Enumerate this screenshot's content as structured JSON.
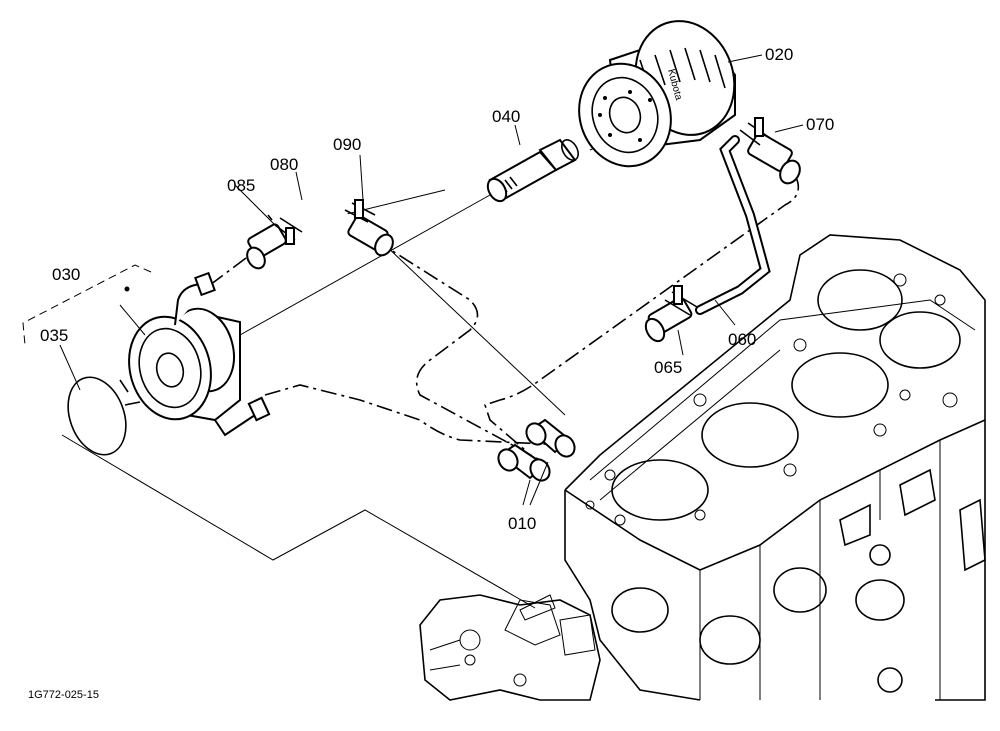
{
  "labels": {
    "p010": "010",
    "p020": "020",
    "p030": "030",
    "p035": "035",
    "p040": "040",
    "p060": "060",
    "p065": "065",
    "p070": "070",
    "p080": "080",
    "p085": "085",
    "p090": "090"
  },
  "filter_brand_text": "Kubota",
  "drawing_number": "1G772-025-15"
}
